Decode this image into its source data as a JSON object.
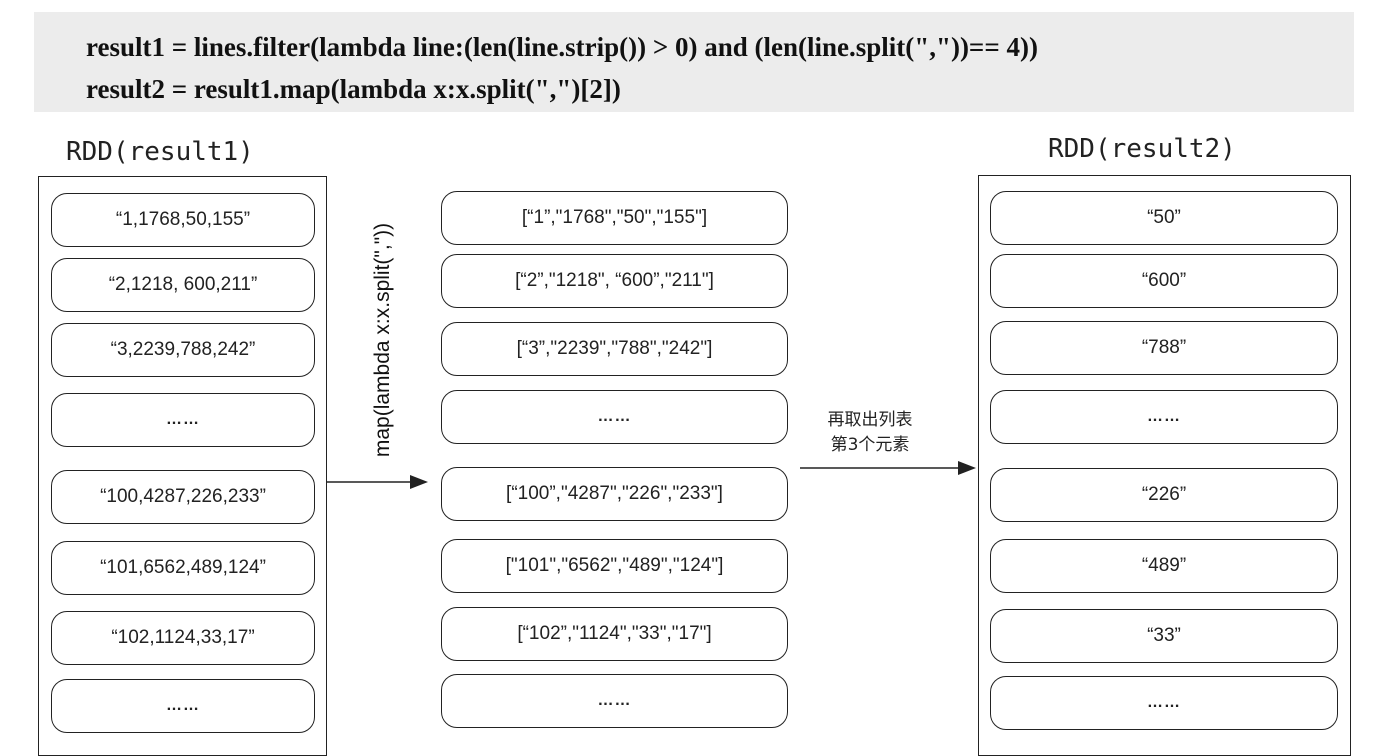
{
  "code": {
    "line1": "result1 = lines.filter(lambda line:(len(line.strip()) > 0) and (len(line.split(\",\"))== 4))",
    "line2": "result2 = result1.map(lambda x:x.split(\",\")[2])"
  },
  "left": {
    "title": "RDD(result1)",
    "items": [
      "“1,1768,50,155”",
      "“2,1218, 600,211”",
      "“3,2239,788,242”",
      "……",
      "“100,4287,226,233”",
      "“101,6562,489,124”",
      "“102,1124,33,17”",
      "……"
    ]
  },
  "middle": {
    "items": [
      "[“1”,\"1768\",\"50\",\"155\"]",
      "[“2”,\"1218\", “600”,\"211\"]",
      "[“3”,\"2239\",\"788\",\"242\"]",
      "……",
      "[“100”,\"4287\",\"226\",\"233\"]",
      "[\"101\",\"6562\",\"489\",\"124\"]",
      "[“102”,\"1124\",\"33\",\"17\"]",
      "……"
    ]
  },
  "right": {
    "title": "RDD(result2)",
    "items": [
      "“50”",
      "“600”",
      "“788”",
      "……",
      "“226”",
      "“489”",
      "“33”",
      "……"
    ]
  },
  "arrow1_label": "map(lambda x:x.split(\",\"))",
  "arrow2_label": [
    "再取出列表",
    "第3个元素"
  ]
}
